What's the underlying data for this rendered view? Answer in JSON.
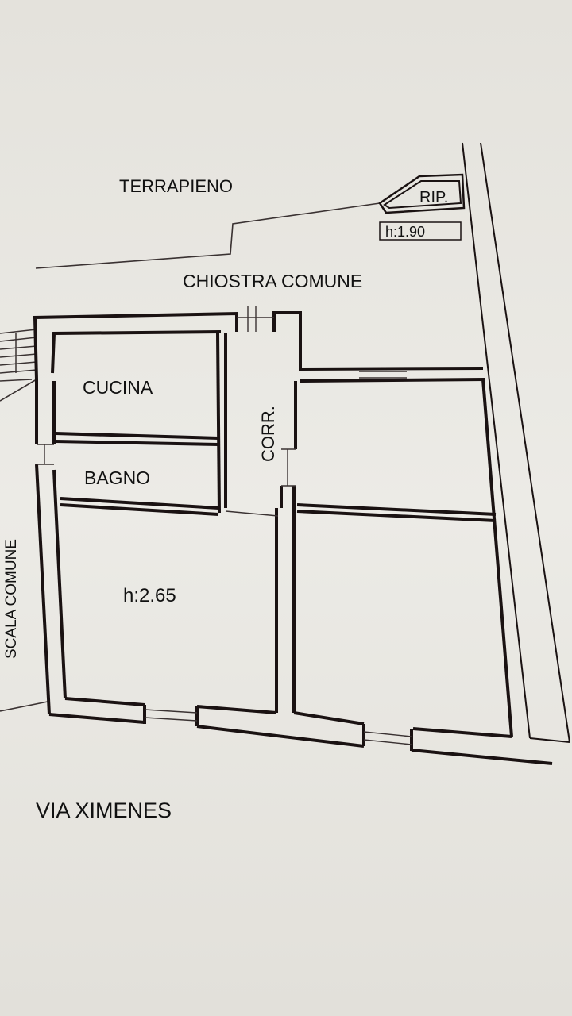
{
  "plan": {
    "labels": {
      "terrapieno": "TERRAPIENO",
      "rip": "RIP.",
      "rip_height": "h:1.90",
      "chiostra": "CHIOSTRA COMUNE",
      "cucina": "CUCINA",
      "bagno": "BAGNO",
      "corr": "CORR.",
      "room_height": "h:2.65",
      "scala": "SCALA COMUNE",
      "street": "VIA XIMENES"
    },
    "colors": {
      "paper": "#e9e7e2",
      "wall": "#1a1212",
      "text": "#111111"
    }
  }
}
